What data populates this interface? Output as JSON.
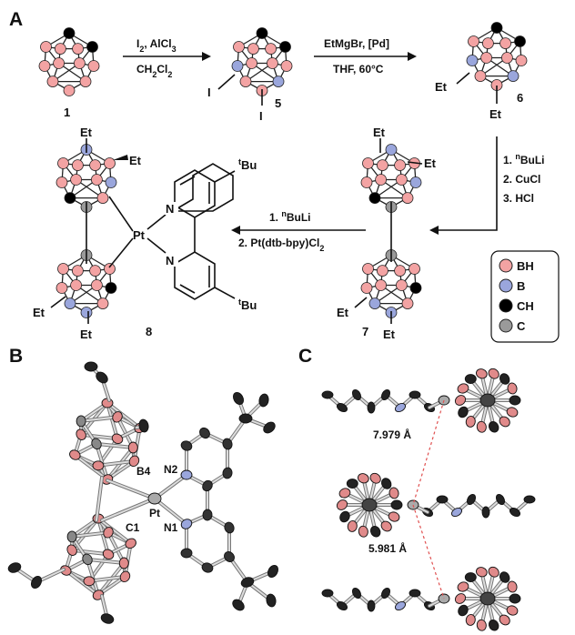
{
  "panels": {
    "a": "A",
    "b": "B",
    "c": "C"
  },
  "step1": {
    "line1": "I",
    "line1_sub": "2",
    "line1_rest": ", AlCl",
    "line1_sub2": "3",
    "line2": "CH",
    "line2_sub": "2",
    "line2_rest": "Cl",
    "line2_sub2": "2"
  },
  "step2": {
    "line1": "EtMgBr, [Pd]",
    "line2": "THF, 60°C"
  },
  "step3": {
    "line1": "1. ",
    "line1_sup": "n",
    "line1_rest": "BuLi",
    "line2": "2. CuCl",
    "line3": "3. HCl"
  },
  "step4": {
    "line1": "1. ",
    "line1_sup": "n",
    "line1_rest": "BuLi",
    "line2": "2. Pt(dtb-bpy)Cl",
    "line2_sub": "2"
  },
  "compounds": {
    "c1": "1",
    "c5": "5",
    "c6": "6",
    "c7": "7",
    "c8": "8"
  },
  "substituents": {
    "iodo": "I",
    "ethyl": "Et",
    "tbu_sup": "t",
    "tbu": "Bu",
    "pt": "Pt",
    "n": "N"
  },
  "legend": [
    {
      "label": "BH",
      "color": "#f3a3a3"
    },
    {
      "label": "B",
      "color": "#9aa6dc"
    },
    {
      "label": "CH",
      "color": "#000000"
    },
    {
      "label": "C",
      "color": "#9a9a9a"
    }
  ],
  "crystal_b": {
    "b4": "B4",
    "n2": "N2",
    "pt": "Pt",
    "c1": "C1",
    "n1": "N1"
  },
  "crystal_c": {
    "d1": "7.979 Å",
    "d2": "5.981 Å"
  },
  "colors": {
    "bh": "#f3a3a3",
    "b": "#9aa6dc",
    "ch": "#000000",
    "c": "#9a9a9a",
    "dist": "#e05050"
  }
}
